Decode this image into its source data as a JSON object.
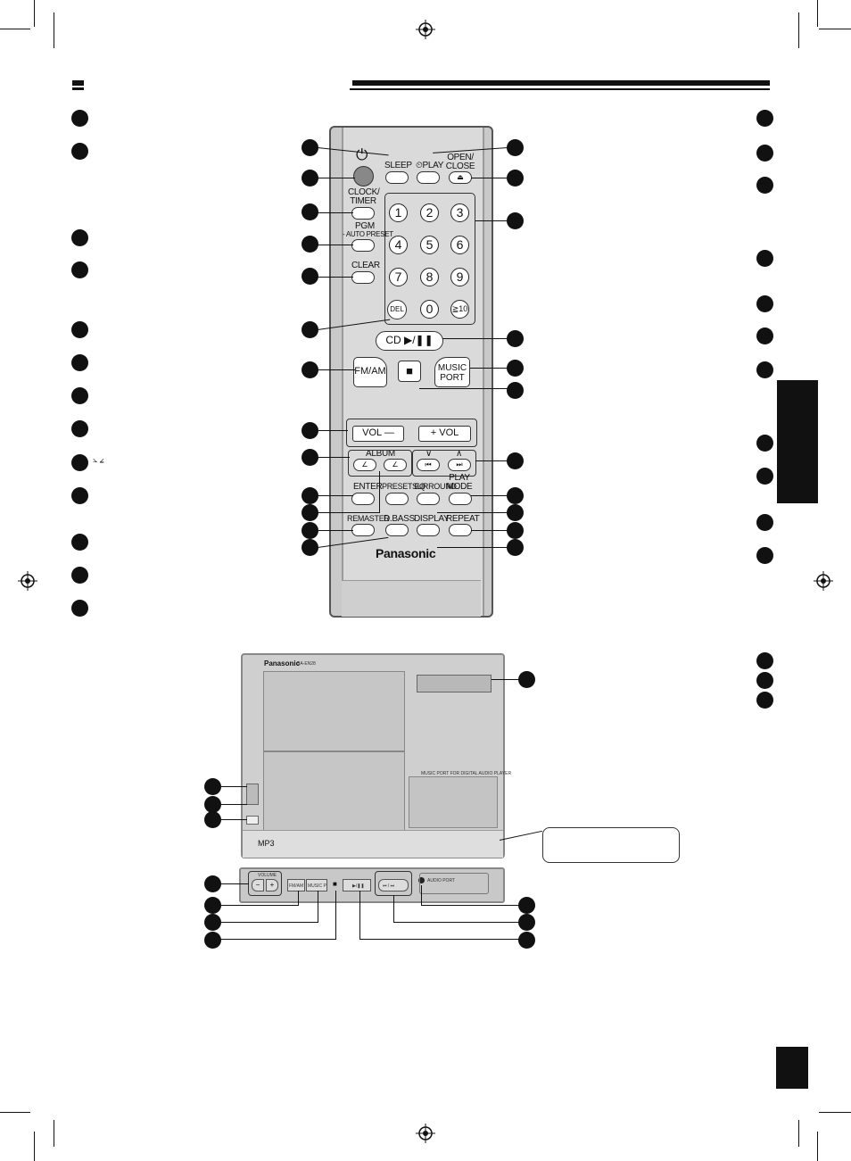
{
  "remote": {
    "sleep": "SLEEP",
    "play": "⏲PLAY",
    "open_close": "OPEN/ CLOSE",
    "eject": "⏏",
    "power": "⏻",
    "clock_timer": "CLOCK/ TIMER",
    "pgm": "PGM",
    "auto_preset": "- AUTO PRESET",
    "clear": "CLEAR",
    "del": "DEL",
    "cd_play": "CD ▶/❚❚",
    "fm_am": "FM/AM",
    "stop": "■",
    "music_port": "MUSIC PORT",
    "vol_down": "VOL —",
    "vol_up": "+ VOL",
    "album": "ALBUM",
    "album_down": "∠",
    "album_up": "∠",
    "skip_prev": "⏮",
    "skip_next": "⏭",
    "up_arrow": "∧",
    "down_arrow": "∨",
    "enter": "ENTER",
    "preset_eq": "PRESET EQ",
    "surround": "SURROUND",
    "play_mode": "PLAY MODE",
    "remaster": "REMASTER",
    "dbass": "D.BASS",
    "display": "DISPLAY",
    "repeat": "REPEAT",
    "brand": "Panasonic",
    "digits": [
      "1",
      "2",
      "3",
      "4",
      "5",
      "6",
      "7",
      "8",
      "9",
      "0",
      "≧10"
    ]
  },
  "unit": {
    "brand": "Panasonic",
    "model": "SA-EN28",
    "music_port_label": "MUSIC PORT FOR DIGITAL AUDIO PLAYER",
    "mp3": "MP3",
    "volume": "VOLUME",
    "fm_am": "FM/AM",
    "music_p": "MUSIC P",
    "stop": "■",
    "play_pause": "▶/❚❚",
    "skip": "⏮ / ⏭",
    "audio_port": "AUDIO PORT",
    "minus": "−",
    "plus": "+"
  }
}
